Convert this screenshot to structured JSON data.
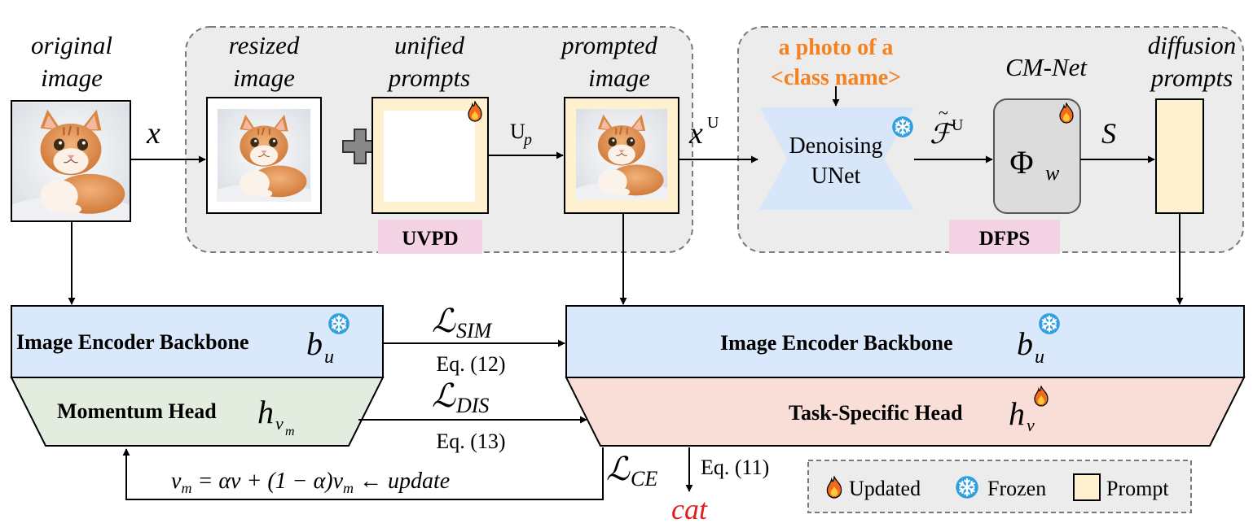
{
  "labels": {
    "original_image": [
      "original",
      "image"
    ],
    "resized_image": [
      "resized",
      "image"
    ],
    "unified_prompts": [
      "unified",
      "prompts"
    ],
    "prompted_image": [
      "prompted",
      "image"
    ],
    "diffusion_prompts": [
      "diffusion",
      "prompts"
    ],
    "cm_net": "CM-Net",
    "text_prompt": [
      "a photo of a",
      "<class name>"
    ],
    "unet": [
      "Denoising",
      "UNet"
    ],
    "uvpd": "UVPD",
    "dfps": "DFPS"
  },
  "symbols": {
    "x": "x",
    "up": "U",
    "up_sub": "p",
    "xu": "x",
    "xu_sup": "U",
    "f": "ℱ",
    "f_sup": "U",
    "s": "S",
    "phi": "Φ",
    "phi_sub": "w"
  },
  "left_stack": {
    "backbone": "Image Encoder Backbone",
    "backbone_sym": "b",
    "backbone_sub": "u",
    "head": "Momentum Head",
    "head_sym": "h",
    "head_sub": "v",
    "head_subsub": "m"
  },
  "right_stack": {
    "backbone": "Image Encoder Backbone",
    "backbone_sym": "b",
    "backbone_sub": "u",
    "head": "Task-Specific Head",
    "head_sym": "h",
    "head_sub": "v"
  },
  "losses": {
    "sim": "SIM",
    "sim_eq": "Eq. (12)",
    "dis": "DIS",
    "dis_eq": "Eq. (13)",
    "ce": "CE",
    "ce_eq": "Eq. (11)",
    "L": "ℒ"
  },
  "update_rule": {
    "lhs": "v",
    "lhs_sub": "m",
    "rhs_a": " = αv + (1 − α)v",
    "rhs_sub": "m",
    "arrow": " ← ",
    "word": "update"
  },
  "output": "cat",
  "legend": {
    "updated": "Updated",
    "frozen": "Frozen",
    "prompt": "Prompt"
  },
  "colors": {
    "panel_bg": "#ececec",
    "panel_border": "#7a7a7a",
    "prompt_fill": "#fdf1cf",
    "backbone_fill": "#dae8fb",
    "momentum_fill": "#e3eddf",
    "task_fill": "#f9ded8",
    "tag_fill": "#f3d3e3",
    "unet_fill": "#d7e6f8",
    "cmnet_fill": "#dcdcdc",
    "orange_text": "#f58220",
    "red_text": "#e0201b",
    "snow": "#2f9fe0",
    "flame": "#f26b1d"
  },
  "icons": [
    "cat-photo",
    "plus-icon",
    "flame-icon",
    "snowflake-icon"
  ]
}
